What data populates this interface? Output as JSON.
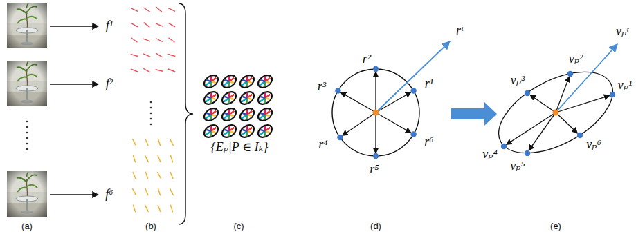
{
  "diagram": {
    "labels": [
      "(a)",
      "(b)",
      "(c)",
      "(d)",
      "(e)",
      "f¹",
      "f²",
      "f⁶",
      "{Eₚ|P ∈ Iₖ}",
      "r¹",
      "r²",
      "r³",
      "r⁴",
      "r⁵",
      "r⁶",
      "rᵗ",
      "vₚ¹",
      "vₚ²",
      "vₚ³",
      "vₚ⁴",
      "vₚ⁵",
      "vₚ⁶",
      "vₚᵗ"
    ]
  }
}
